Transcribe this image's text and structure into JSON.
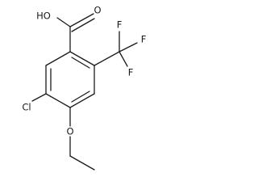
{
  "structure": {
    "atoms": {
      "hydroxyl": "HO",
      "carbonyl_oxygen": "O",
      "chlorine": "Cl",
      "ether_oxygen": "O",
      "fluorine_top": "F",
      "fluorine_right": "F",
      "fluorine_lower": "F"
    },
    "colors": {
      "ink": "#1a1a1a",
      "background": "#ffffff"
    }
  }
}
